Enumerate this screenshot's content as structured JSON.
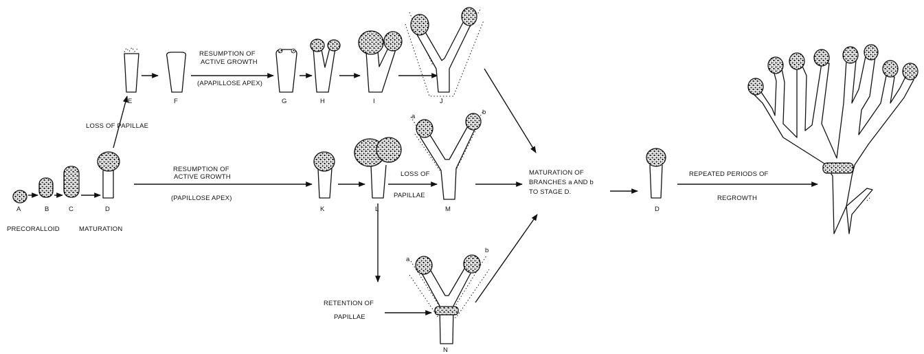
{
  "stage_labels": {
    "A": "A",
    "B": "B",
    "C": "C",
    "D": "D",
    "E": "E",
    "F": "F",
    "G": "G",
    "H": "H",
    "I": "I",
    "J": "J",
    "K": "K",
    "L": "L",
    "M": "M",
    "N": "N",
    "D2": "D"
  },
  "branch_labels": {
    "a": "a",
    "b": "b"
  },
  "captions": {
    "precoralloid": "PRECORALLOID",
    "maturation": "MATURATION",
    "loss_of_papillae": "LOSS OF PAPILLAE",
    "resumption_top_1": "RESUMPTION OF",
    "resumption_top_2": "ACTIVE GROWTH",
    "apapillose_apex": "(APAPILLOSE APEX)",
    "resumption_mid_1": "RESUMPTION OF",
    "resumption_mid_2": "ACTIVE GROWTH",
    "papillose_apex": "(PAPILLOSE APEX)",
    "loss_of": "LOSS OF",
    "papillae": "PAPILLAE",
    "maturation_branches_1": "MATURATION OF",
    "maturation_branches_2": "BRANCHES a AND b",
    "maturation_branches_3": "TO STAGE D.",
    "repeated_1": "REPEATED PERIODS OF",
    "repeated_2": "REGROWTH",
    "retention_1": "RETENTION OF",
    "retention_2": "PAPILLAE"
  },
  "colors": {
    "ink": "#111111",
    "background": "#ffffff"
  }
}
